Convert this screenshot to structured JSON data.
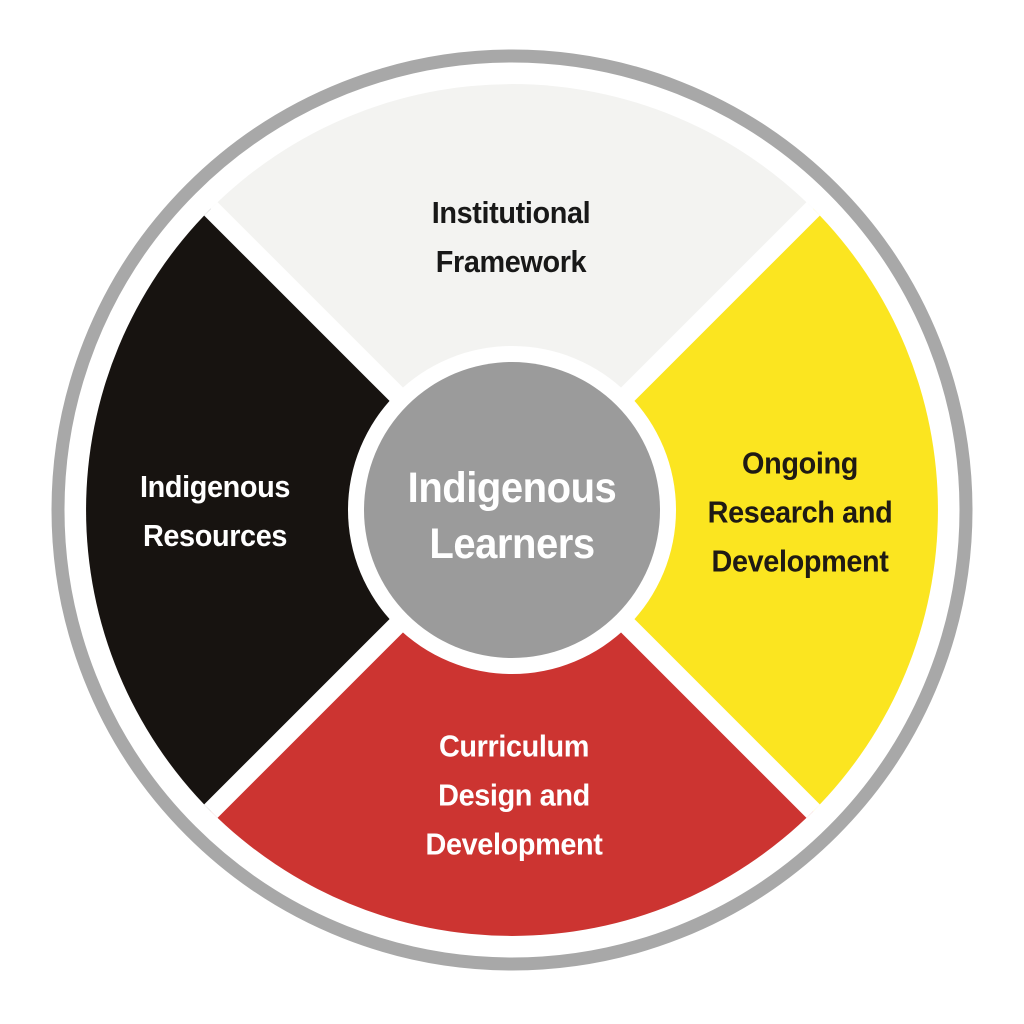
{
  "diagram": {
    "type": "medicine-wheel",
    "background": "#ffffff",
    "ring_color": "#a8a8a8",
    "separator_color": "#ffffff",
    "center": {
      "lines": [
        "Indigenous",
        "Learners"
      ],
      "fill": "#9b9b9b",
      "text_color": "#ffffff"
    },
    "quadrants": {
      "top": {
        "label": "Institutional Framework",
        "lines": [
          "Institutional",
          "Framework"
        ],
        "fill": "#f3f3f1",
        "text_color": "#181818"
      },
      "right": {
        "label": "Ongoing Research and Development",
        "lines": [
          "Ongoing",
          "Research and",
          "Development"
        ],
        "fill": "#fbe520",
        "text_color": "#1f1a14"
      },
      "bottom": {
        "label": "Curriculum Design and Development",
        "lines": [
          "Curriculum",
          "Design and",
          "Development"
        ],
        "fill": "#cc3431",
        "text_color": "#ffffff"
      },
      "left": {
        "label": "Indigenous Resources",
        "lines": [
          "Indigenous",
          "Resources"
        ],
        "fill": "#171310",
        "text_color": "#ffffff"
      }
    }
  }
}
